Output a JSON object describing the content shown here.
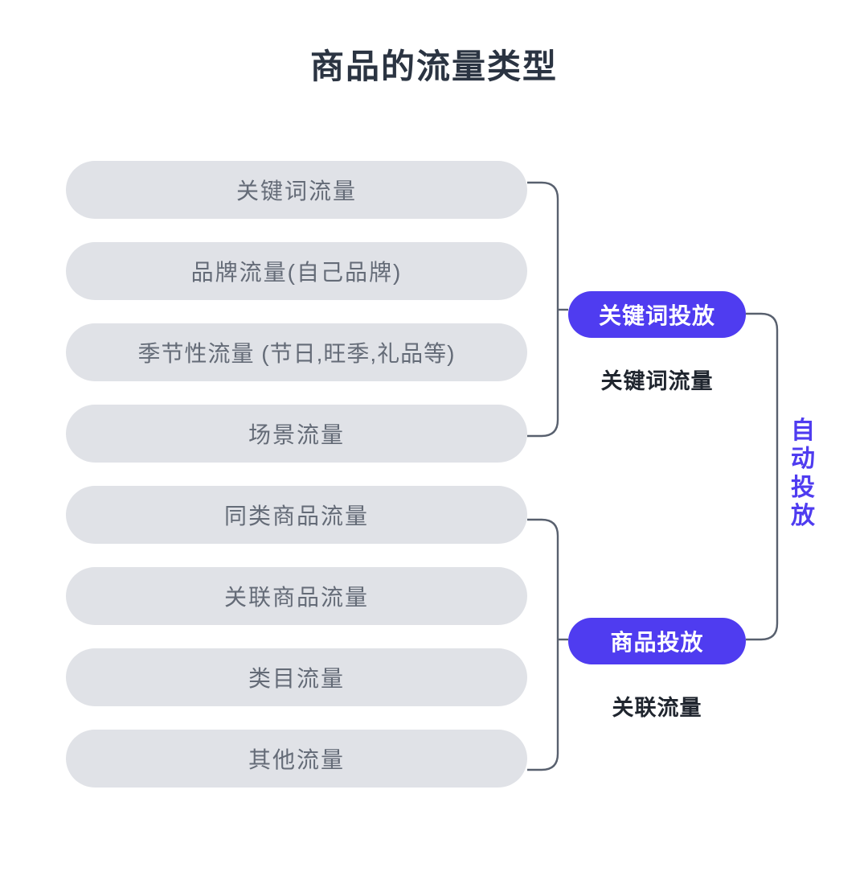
{
  "page": {
    "title": "商品的流量类型",
    "background_color": "#ffffff"
  },
  "colors": {
    "title_text": "#2b3442",
    "pill_background": "#e0e2e7",
    "pill_text": "#646b77",
    "badge_background": "#4f3cf0",
    "badge_text": "#ffffff",
    "caption_text": "#20262f",
    "bracket_line": "#58606e",
    "accent_purple": "#4f3cf0"
  },
  "traffic_types": [
    {
      "label": "关键词流量"
    },
    {
      "label": "品牌流量(自己品牌)"
    },
    {
      "label": "季节性流量 (节日,旺季,礼品等)"
    },
    {
      "label": "场景流量"
    },
    {
      "label": "同类商品流量"
    },
    {
      "label": "关联商品流量"
    },
    {
      "label": "类目流量"
    },
    {
      "label": "其他流量"
    }
  ],
  "groups": [
    {
      "badge": "关键词投放",
      "caption": "关键词流量"
    },
    {
      "badge": "商品投放",
      "caption": "关联流量"
    }
  ],
  "vertical_label": {
    "text": "自动投放",
    "chars": [
      "自",
      "动",
      "投",
      "放"
    ]
  }
}
